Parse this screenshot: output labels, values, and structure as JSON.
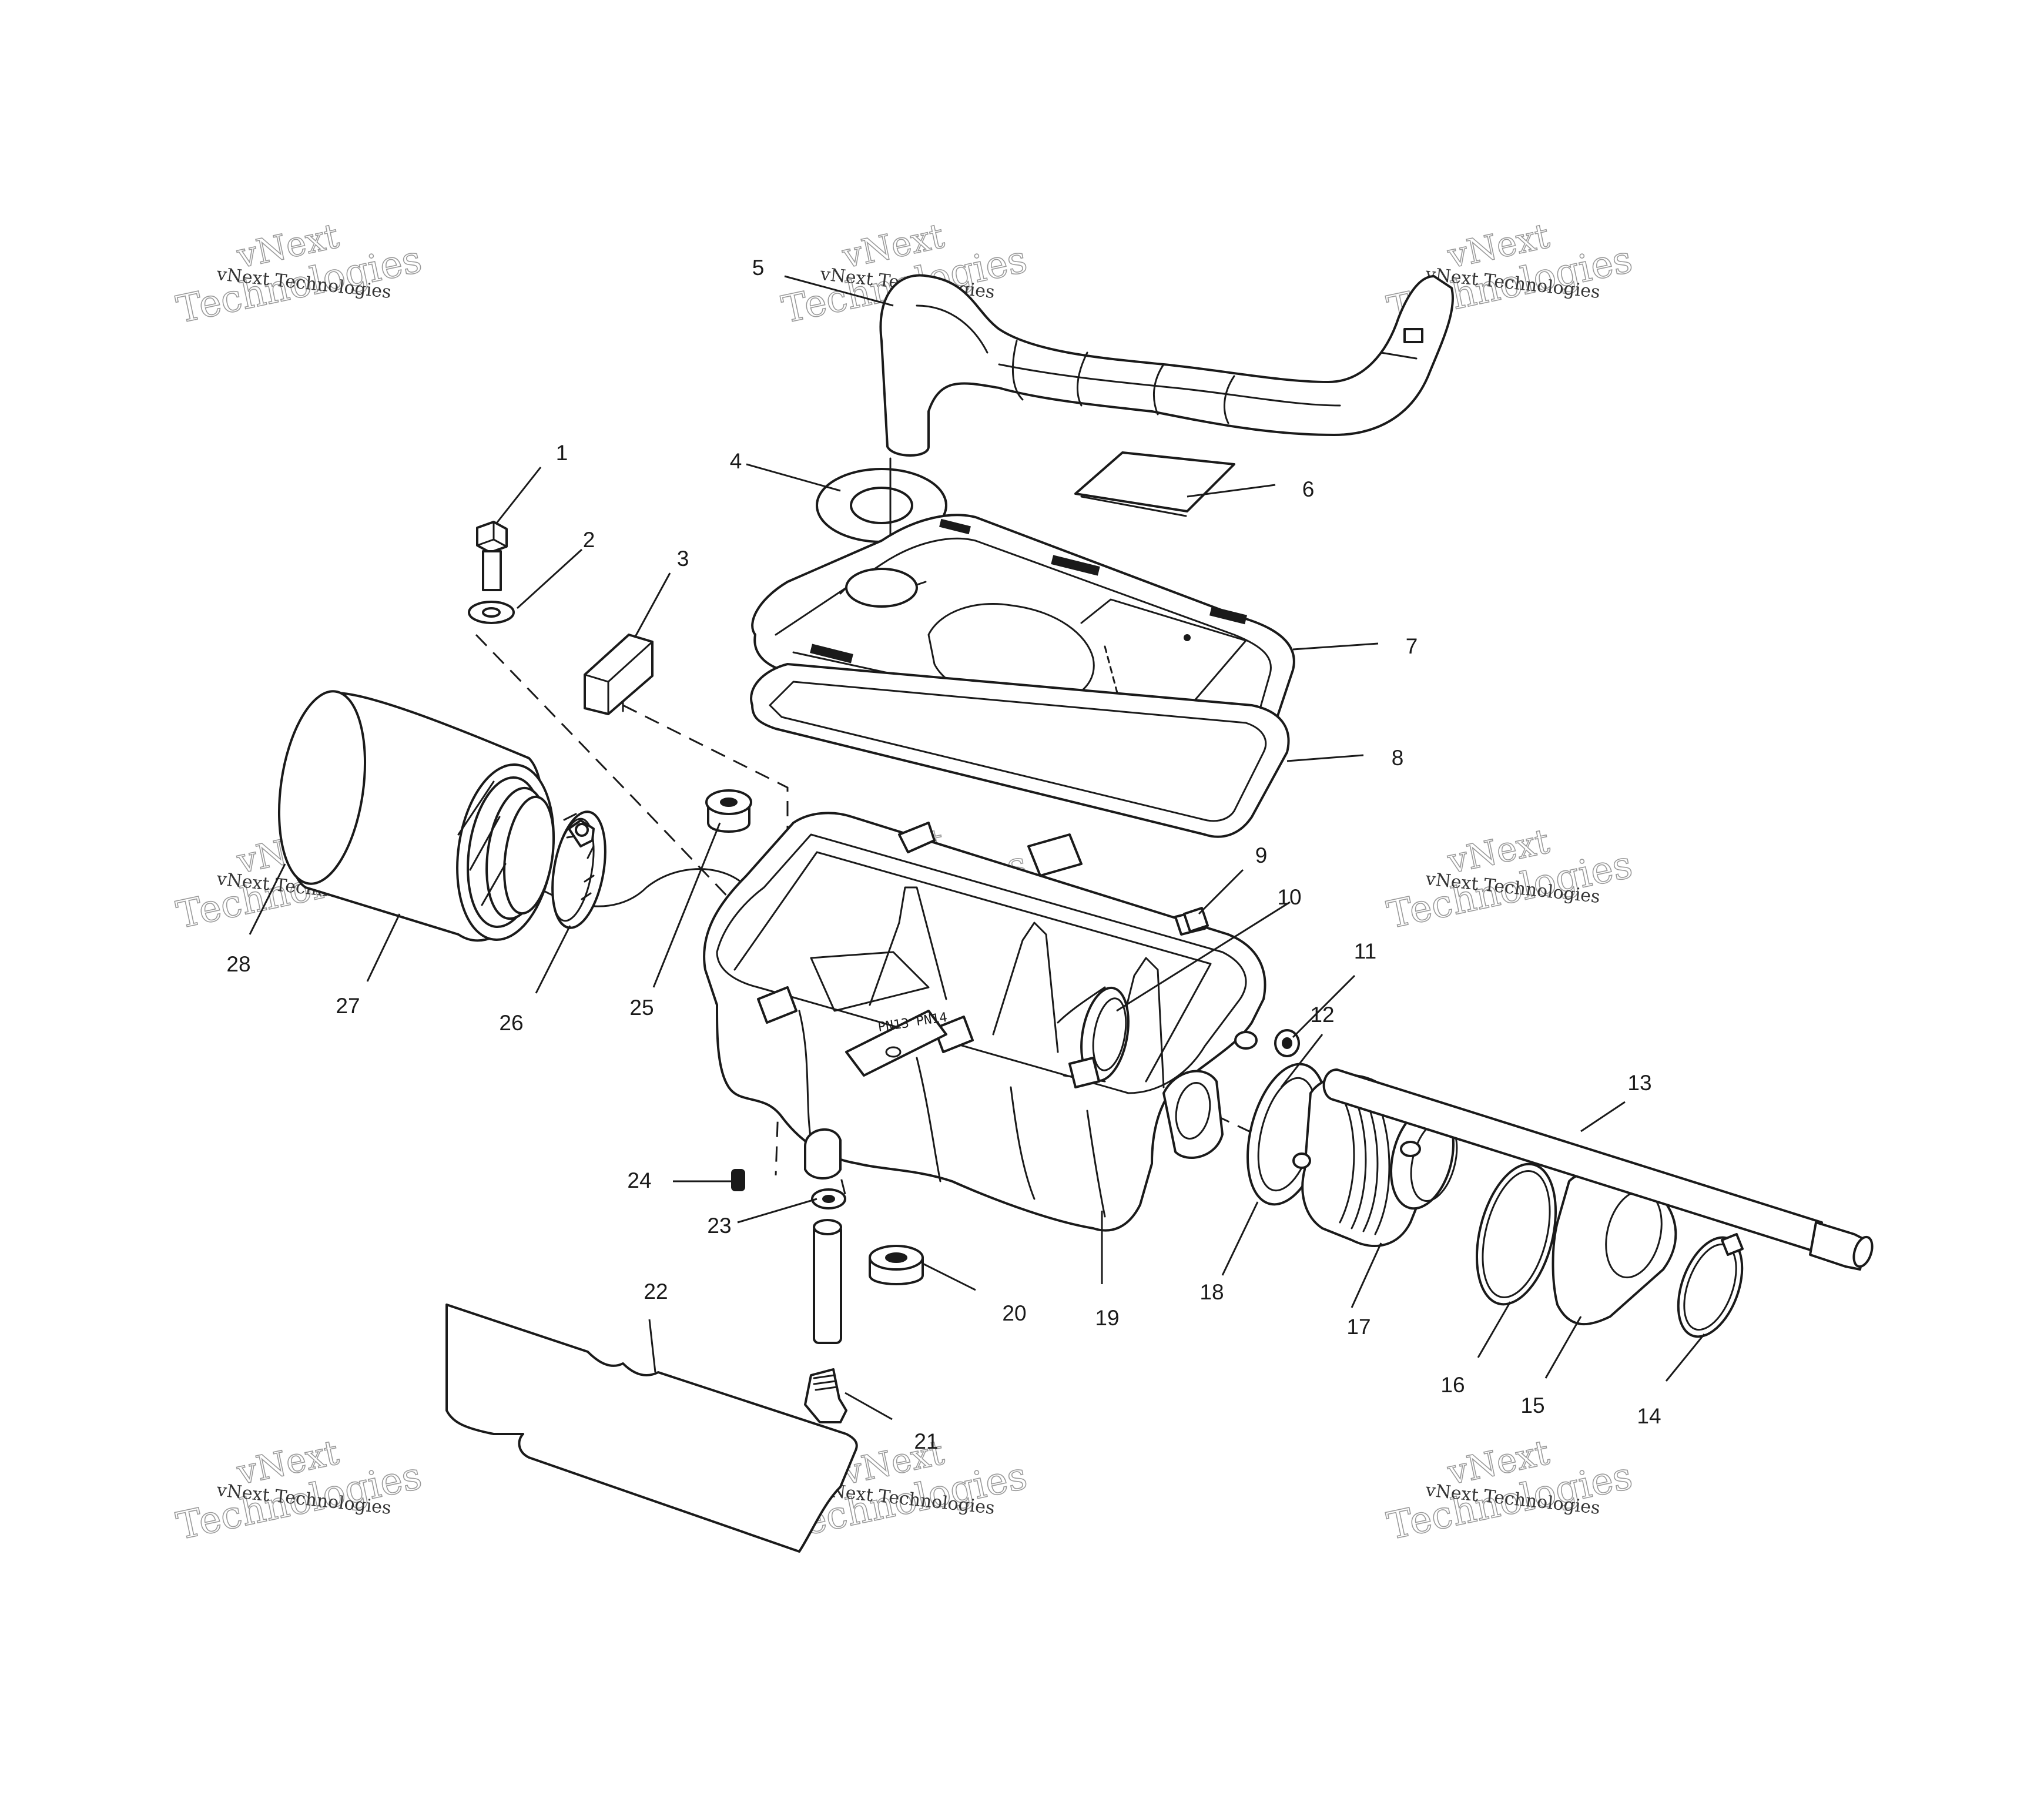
{
  "watermark": {
    "line1": "vNext",
    "line2": "Technologies",
    "small": "vNext Technologies"
  },
  "part_stamps": [
    "PN13",
    "PN14"
  ],
  "callouts": {
    "c1": "1",
    "c2": "2",
    "c3": "3",
    "c4": "4",
    "c5": "5",
    "c6": "6",
    "c7": "7",
    "c8": "8",
    "c9": "9",
    "c10": "10",
    "c11": "11",
    "c12": "12",
    "c13": "13",
    "c14": "14",
    "c15": "15",
    "c16": "16",
    "c17": "17",
    "c18": "18",
    "c19": "19",
    "c20": "20",
    "c21": "21",
    "c22": "22",
    "c23": "23",
    "c24": "24",
    "c25": "25",
    "c26": "26",
    "c27": "27",
    "c28": "28"
  }
}
